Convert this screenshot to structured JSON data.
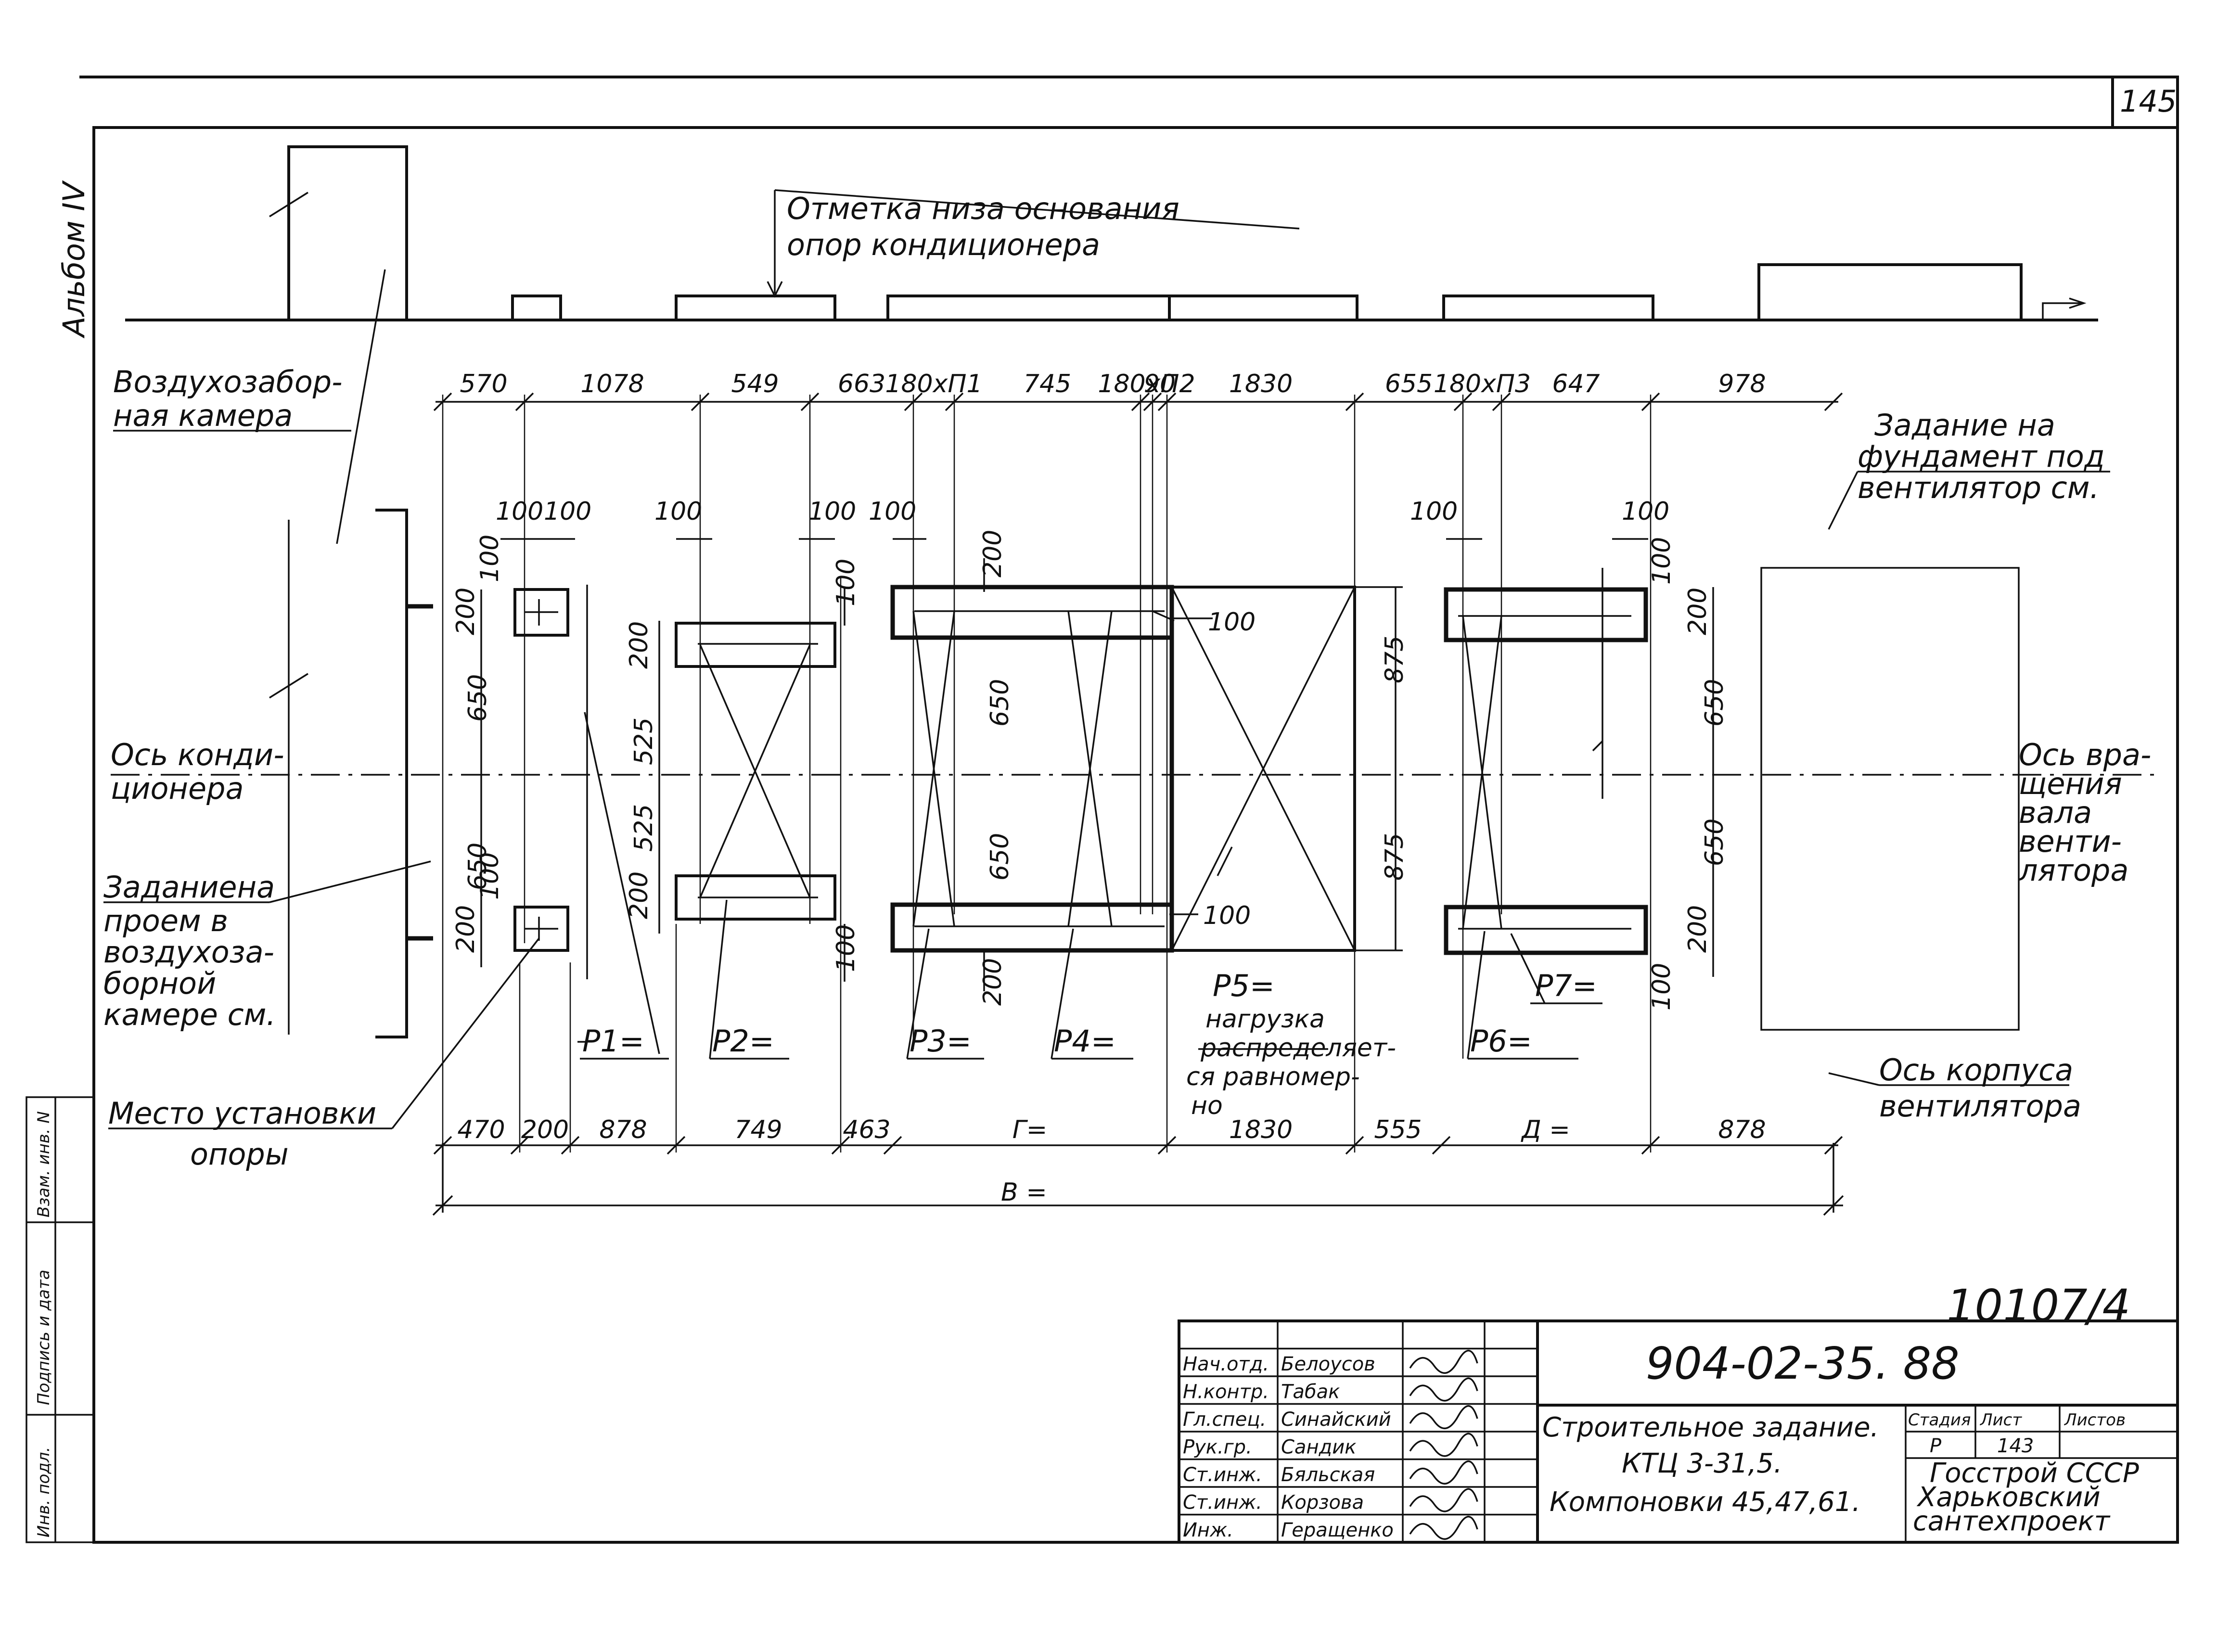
{
  "sheet": {
    "page_number": "145",
    "album": "Альбом IV",
    "archive_number": "10107/4"
  },
  "labels": {
    "base_note_1": "Отметка низа основания",
    "base_note_2": "опор кондиционера",
    "intake_1": "Воздухозабор-",
    "intake_2": "ная камера",
    "axis_conditioner_1": "Ось конди-",
    "axis_conditioner_2": "ционера",
    "opening_1": "Заданиена",
    "opening_2": "проем в",
    "opening_3": "воздухоза-",
    "opening_4": "борной",
    "opening_5": "камерe см.",
    "support_1": "Место установки",
    "support_2": "опоры",
    "foundation_1": "Задание на",
    "foundation_2": "фундамент под",
    "foundation_3": "вентилятор см.",
    "shaft_axis_1": "Ось вра-",
    "shaft_axis_2": "щения",
    "shaft_axis_3": "вала",
    "shaft_axis_4": "венти-",
    "shaft_axis_5": "лятора",
    "fan_axis_1": "Ось корпуса",
    "fan_axis_2": "вентилятора",
    "p5_1": "нагрузка",
    "p5_2": "распределяет-",
    "p5_3": "ся равномер-",
    "p5_4": "но"
  },
  "loads": {
    "p1": "P1=",
    "p2": "P2=",
    "p3": "P3=",
    "p4": "P4=",
    "p5": "P5=",
    "p6": "P6=",
    "p7": "P7="
  },
  "top_dims": [
    "570",
    "1078",
    "549",
    "663",
    "180хП1",
    "745",
    "180хП2",
    "90",
    "1830",
    "655",
    "180хП3",
    "647",
    "978"
  ],
  "bottom_dims": [
    "470",
    "200",
    "878",
    "749",
    "463",
    "Г=",
    "1830",
    "555",
    "Д =",
    "878"
  ],
  "total_dim": "В =",
  "small_dims": {
    "d100": "100",
    "d200": "200",
    "d650": "650",
    "d525": "525",
    "d875": "875"
  },
  "title_block": {
    "code": "904-02-35. 88",
    "desc_1": "Строительное задание.",
    "desc_2": "КТЦ 3-31,5.",
    "desc_3": "Компоновки 45,47,61.",
    "stage_h": "Стадия",
    "sheet_h": "Лист",
    "sheets_h": "Листов",
    "stage": "Р",
    "sheet": "143",
    "org_1": "Госстрой СССР",
    "org_2": "Харьковский",
    "org_3": "сантехпроект",
    "roles": [
      "Нач.отд.",
      "Н.контр.",
      "Гл.спец.",
      "Рук.гр.",
      "Ст.инж.",
      "Ст.инж.",
      "Инж."
    ],
    "names": [
      "Белоусов",
      "Табак",
      "Синайский",
      "Сандик",
      "Бяльская",
      "Корзова",
      "Геращенко"
    ]
  },
  "side_stamp": {
    "inv": "Инв. подл.",
    "sign": "Подпись и дата",
    "repl": "Взам. инв. N"
  }
}
